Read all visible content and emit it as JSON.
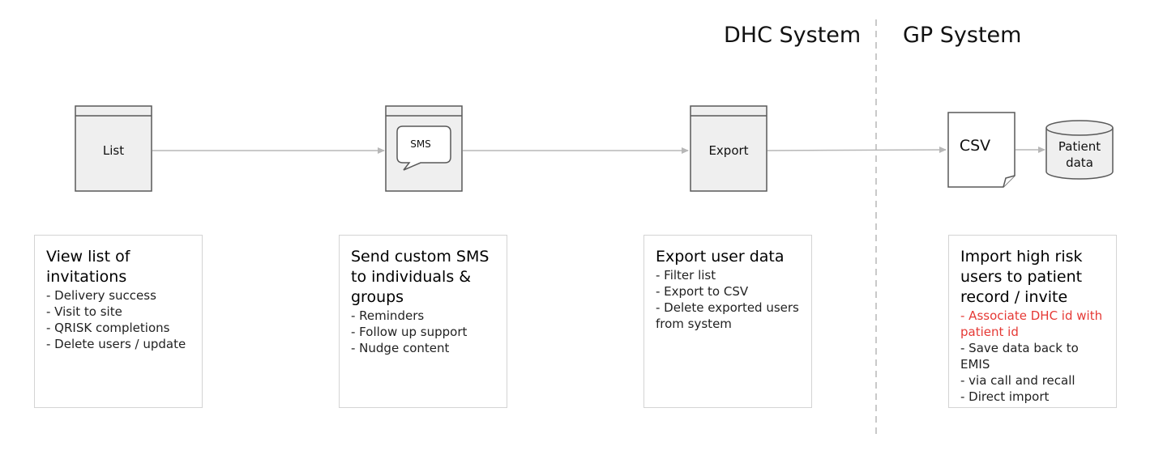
{
  "systems": {
    "dhc": "DHC System",
    "gp": "GP System"
  },
  "nodes": {
    "list": "List",
    "sms": "SMS",
    "export": "Export",
    "csv": "CSV",
    "patient_data_line1": "Patient",
    "patient_data_line2": "data"
  },
  "cards": [
    {
      "title": "View list of invitations",
      "items": [
        "- Delivery success",
        "- Visit to site",
        "- QRISK completions",
        "- Delete users / update"
      ]
    },
    {
      "title": "Send custom SMS to individuals & groups",
      "items": [
        "- Reminders",
        "- Follow up support",
        "- Nudge content"
      ]
    },
    {
      "title": "Export user data",
      "items": [
        "- Filter list",
        "- Export to CSV",
        "- Delete exported users from system"
      ]
    },
    {
      "title": "Import high risk users to patient record / invite",
      "highlight": "-  Associate DHC id with patient id",
      "items": [
        "- Save data back to EMIS",
        "- via call and recall",
        "- Direct import"
      ]
    }
  ],
  "colors": {
    "node_fill": "#efefef",
    "node_stroke": "#595959",
    "arrow": "#b7b7b7",
    "divider": "#b7b7b7",
    "highlight": "#e53935"
  }
}
